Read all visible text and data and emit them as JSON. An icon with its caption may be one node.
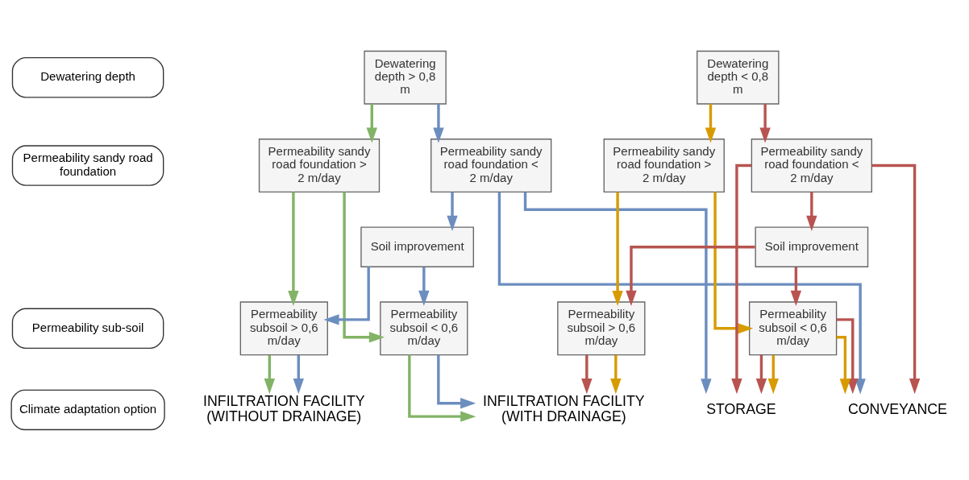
{
  "diagram": {
    "nodes": [
      {
        "text": [
          "Dewatering depth"
        ]
      },
      {
        "text": [
          "Dewatering depth > 0,8 m"
        ]
      },
      {
        "text": [
          "Dewatering depth < 0,8 m"
        ]
      },
      {
        "text": [
          "Permeability sandy road foundation"
        ]
      },
      {
        "text": [
          "Permeability sandy road foundation > 2 m/day"
        ]
      },
      {
        "text": [
          "Permeability sandy road foundation < 2 m/day"
        ]
      },
      {
        "text": [
          "Permeability sandy road foundation > 2 m/day"
        ]
      },
      {
        "text": [
          "Permeability sandy road foundation < 2 m/day"
        ]
      },
      {
        "text": [
          "Soil improvement"
        ]
      },
      {
        "text": [
          "Soil improvement"
        ]
      },
      {
        "text": [
          "Permeability sub-soil"
        ]
      },
      {
        "text": [
          "Permeability subsoil > 0,6 m/day"
        ]
      },
      {
        "text": [
          "Permeability subsoil < 0,6 m/day"
        ]
      },
      {
        "text": [
          "Permeability subsoil > 0,6 m/day"
        ]
      },
      {
        "text": [
          "Permeability subsoil < 0,6 m/day"
        ]
      },
      {
        "text": [
          "Climate adaptation option"
        ]
      },
      {
        "text": [
          "INFILTRATION FACILITY (WITHOUT DRAINAGE)"
        ]
      },
      {
        "text": [
          "INFILTRATION FACILITY (WITH DRAINAGE)"
        ]
      },
      {
        "text": [
          "STORAGE"
        ]
      },
      {
        "text": [
          "CONVEYANCE"
        ]
      }
    ],
    "edges": [
      {
        "from": 1,
        "to": 4,
        "arrow": "to",
        "color": "#82b366"
      },
      {
        "from": 1,
        "to": 5,
        "arrow": "to",
        "color": "#6c8ebf"
      },
      {
        "from": 2,
        "to": 6,
        "arrow": "to",
        "color": "#d79b00"
      },
      {
        "from": 2,
        "to": 7,
        "arrow": "to",
        "color": "#b85450"
      },
      {
        "from": 5,
        "to": 8,
        "arrow": "to",
        "color": "#6c8ebf"
      },
      {
        "from": 7,
        "to": 9,
        "arrow": "to",
        "color": "#b85450"
      },
      {
        "from": 4,
        "to": 11,
        "arrow": "to",
        "color": "#82b366"
      },
      {
        "from": 4,
        "to": 12,
        "arrow": "to",
        "color": "#82b366"
      },
      {
        "from": 8,
        "to": 11,
        "arrow": "to",
        "color": "#6c8ebf"
      },
      {
        "from": 8,
        "to": 12,
        "arrow": "to",
        "color": "#6c8ebf"
      },
      {
        "from": 6,
        "to": 13,
        "arrow": "to",
        "color": "#d79b00"
      },
      {
        "from": 6,
        "to": 14,
        "arrow": "to",
        "color": "#d79b00"
      },
      {
        "from": 9,
        "to": 13,
        "arrow": "to",
        "color": "#b85450"
      },
      {
        "from": 9,
        "to": 14,
        "arrow": "to",
        "color": "#b85450"
      },
      {
        "from": 11,
        "to": 16,
        "arrow": "to",
        "color": "#82b366"
      },
      {
        "from": 11,
        "to": 16,
        "arrow": "to",
        "color": "#6c8ebf"
      },
      {
        "from": 12,
        "to": 17,
        "arrow": "to",
        "color": "#6c8ebf"
      },
      {
        "from": 12,
        "to": 17,
        "arrow": "to",
        "color": "#82b366"
      },
      {
        "from": 13,
        "to": 17,
        "arrow": "to",
        "color": "#b85450"
      },
      {
        "from": 13,
        "to": 17,
        "arrow": "to",
        "color": "#d79b00"
      },
      {
        "from": 5,
        "to": 18,
        "arrow": "to",
        "color": "#6c8ebf"
      },
      {
        "from": 7,
        "to": 18,
        "arrow": "to",
        "color": "#b85450"
      },
      {
        "from": 14,
        "to": 18,
        "arrow": "to",
        "color": "#b85450"
      },
      {
        "from": 14,
        "to": 18,
        "arrow": "to",
        "color": "#d79b00"
      },
      {
        "from": 14,
        "to": 19,
        "arrow": "to",
        "color": "#b85450"
      },
      {
        "from": 14,
        "to": 19,
        "arrow": "to",
        "color": "#d79b00"
      },
      {
        "from": 5,
        "to": 19,
        "arrow": "to",
        "color": "#6c8ebf"
      },
      {
        "from": 7,
        "to": 19,
        "arrow": "to",
        "color": "#b85450"
      }
    ]
  }
}
